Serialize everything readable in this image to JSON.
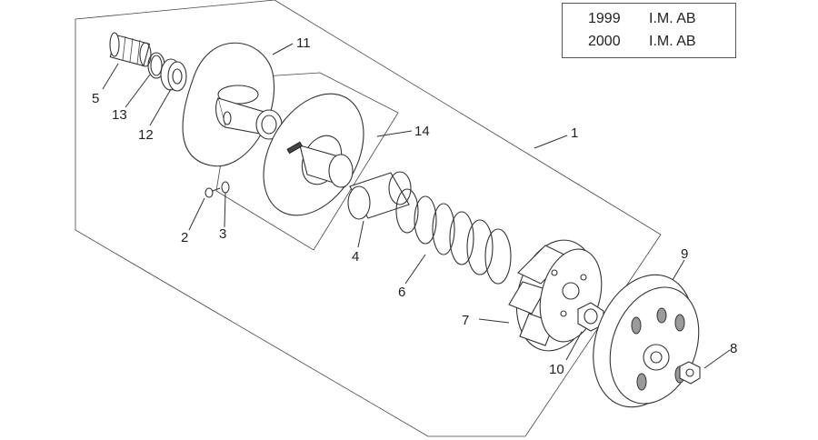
{
  "legend": {
    "rows": [
      {
        "year": "1999",
        "code": "I.M. AB"
      },
      {
        "year": "2000",
        "code": "I.M. AB"
      }
    ]
  },
  "callouts": [
    "1",
    "2",
    "3",
    "4",
    "5",
    "6",
    "7",
    "8",
    "9",
    "10",
    "11",
    "12",
    "13",
    "14"
  ]
}
